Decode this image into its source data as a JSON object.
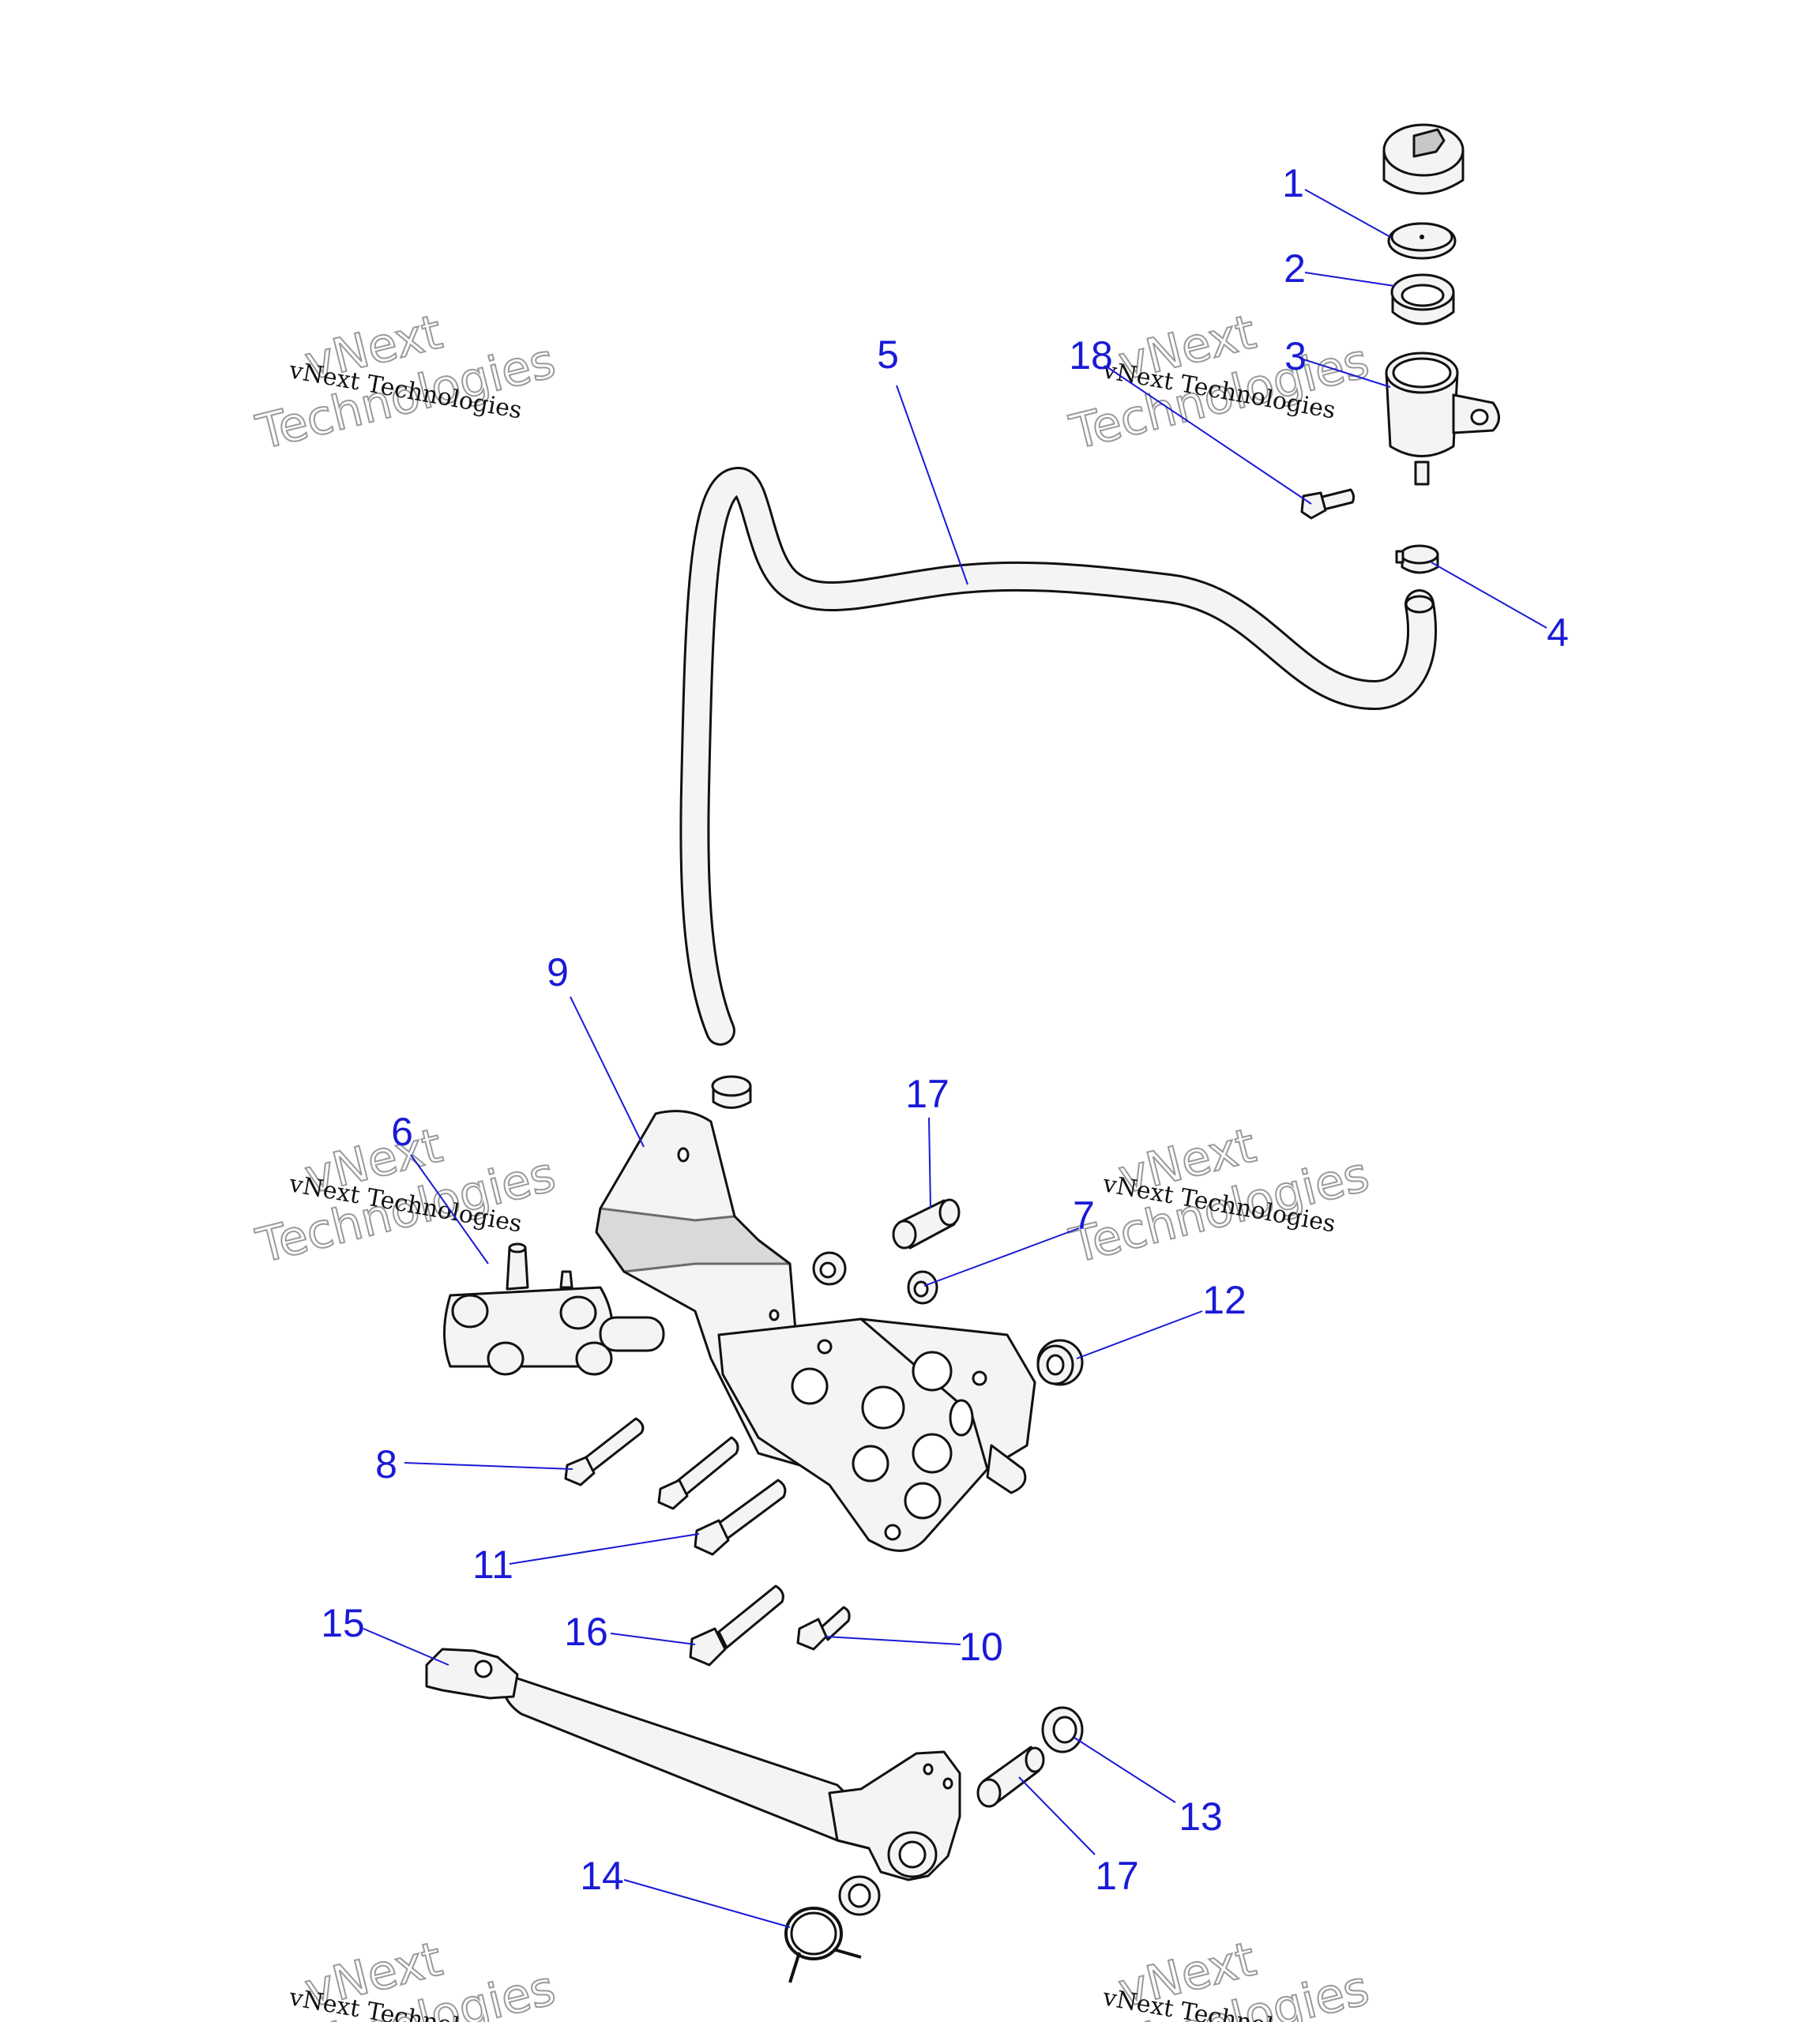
{
  "diagram": {
    "watermark": {
      "line1": "vNext",
      "line2": "Technologies",
      "small": "vNext Technologies"
    },
    "callouts": [
      {
        "id": "c1",
        "label": "1"
      },
      {
        "id": "c2",
        "label": "2"
      },
      {
        "id": "c3",
        "label": "3"
      },
      {
        "id": "c4",
        "label": "4"
      },
      {
        "id": "c5",
        "label": "5"
      },
      {
        "id": "c6",
        "label": "6"
      },
      {
        "id": "c7",
        "label": "7"
      },
      {
        "id": "c8",
        "label": "8"
      },
      {
        "id": "c9",
        "label": "9"
      },
      {
        "id": "c10",
        "label": "10"
      },
      {
        "id": "c11",
        "label": "11"
      },
      {
        "id": "c12",
        "label": "12"
      },
      {
        "id": "c13",
        "label": "13"
      },
      {
        "id": "c14",
        "label": "14"
      },
      {
        "id": "c15",
        "label": "15"
      },
      {
        "id": "c16",
        "label": "16"
      },
      {
        "id": "c17a",
        "label": "17"
      },
      {
        "id": "c17b",
        "label": "17"
      },
      {
        "id": "c18",
        "label": "18"
      }
    ],
    "colors": {
      "callout": "#1a1ad6",
      "part_fill": "#f4f4f4",
      "outline": "#111111"
    }
  }
}
